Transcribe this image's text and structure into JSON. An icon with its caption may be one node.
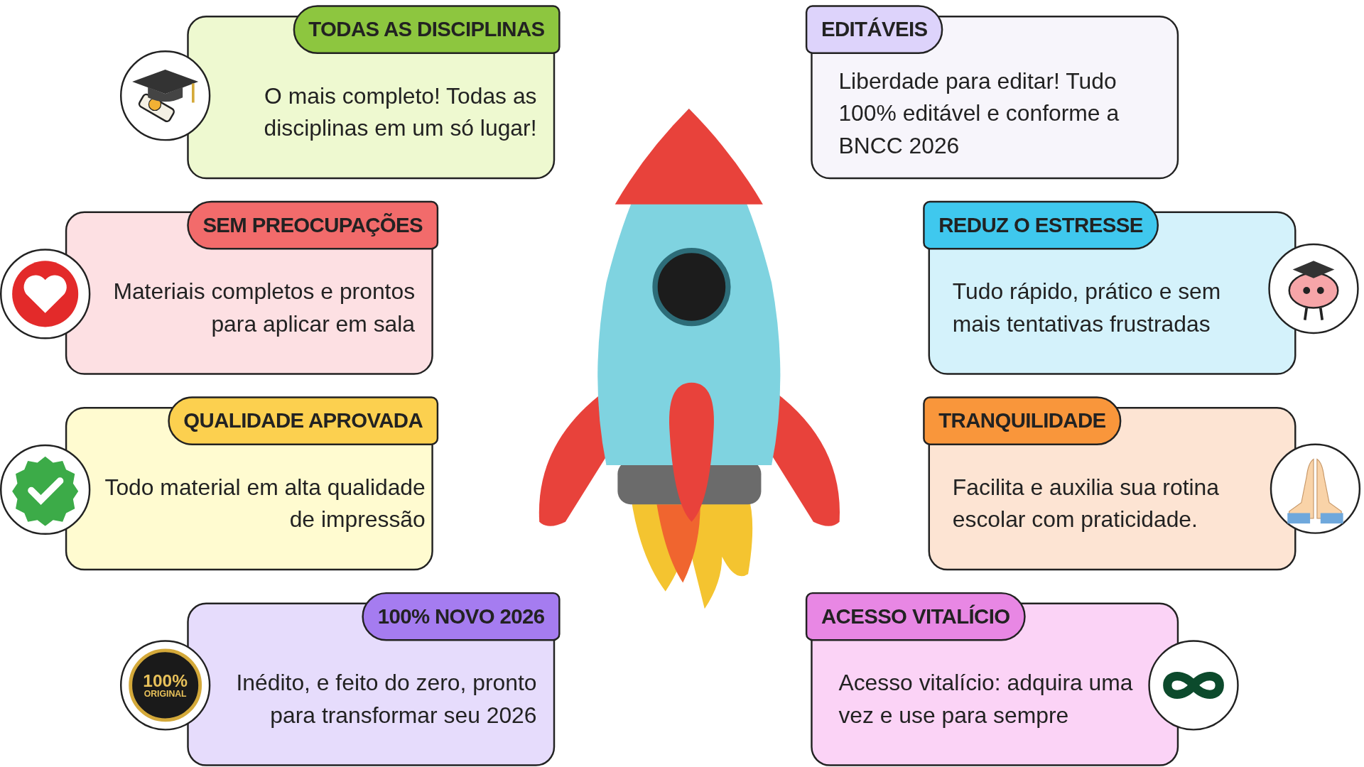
{
  "diagram": {
    "nodes": [
      {
        "text": [
          "TODAS AS DISCIPLINAS",
          "O mais completo! Todas as disciplinas em um só lugar!"
        ]
      },
      {
        "text": [
          "EDITÁVEIS",
          "Liberdade para editar! Tudo 100% editável e conforme a BNCC 2026"
        ]
      },
      {
        "text": [
          "SEM PREOCUPAÇÕES",
          "Materiais completos e prontos para aplicar em sala"
        ]
      },
      {
        "text": [
          "REDUZ O ESTRESSE",
          "Tudo rápido, prático e sem mais tentativas frustradas"
        ]
      },
      {
        "text": [
          "QUALIDADE APROVADA",
          "Todo material em alta qualidade de impressão"
        ]
      },
      {
        "text": [
          "TRANQUILIDADE",
          "Facilita e auxilia sua rotina escolar com praticidade."
        ]
      },
      {
        "text": [
          "100% NOVO 2026",
          "Inédito, e feito do zero, pronto para transformar seu 2026"
        ]
      },
      {
        "text": [
          "ACESSO VITALÍCIO",
          "Acesso vitalício: adquira uma vez e use para sempre"
        ]
      }
    ],
    "labels": [
      "100%",
      "ORIGINAL"
    ]
  }
}
